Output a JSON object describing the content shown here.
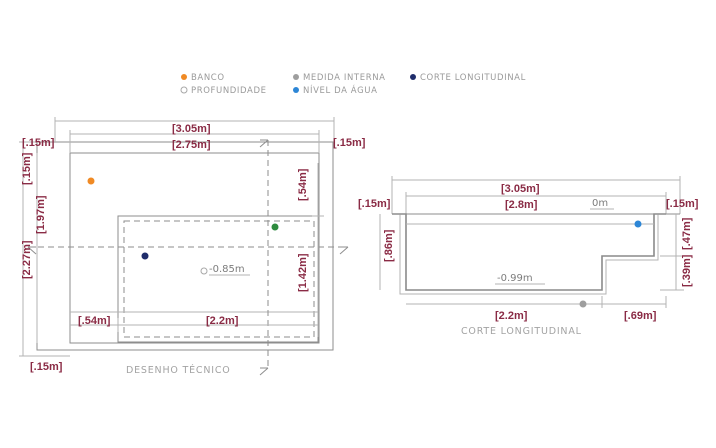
{
  "legend": {
    "bench": {
      "label": "BANCO",
      "color": "#f08a24"
    },
    "internal": {
      "label": "MEDIDA INTERNA",
      "color": "#9e9e9e"
    },
    "section": {
      "label": "CORTE LONGITUDINAL",
      "color": "#1f2d6b"
    },
    "depth": {
      "label": "PROFUNDIDADE"
    },
    "water": {
      "label": "NÍVEL DA ÁGUA",
      "color": "#2d86d6"
    }
  },
  "plan": {
    "caption": "DESENHO TÉCNICO",
    "dims": {
      "border_top_left": "[.15m]",
      "total_width": "[3.05m]",
      "inner_width": "[2.75m]",
      "border_top_right": "[.15m]",
      "left_outer_height": "[2.27m]",
      "left_inner_height": "[1.97m]",
      "left_border_top": "[.15m]",
      "right_upper": "[.54m]",
      "right_lower": "[1.42m]",
      "bottom_left": "[.54m]",
      "bottom_width": "[2.2m]",
      "bottom_border": "[.15m]"
    },
    "depth_label": "-0.85m",
    "marker_green": "#2e8b3e"
  },
  "section": {
    "caption": "CORTE LONGITUDINAL",
    "dims": {
      "total_width": "[3.05m]",
      "inner_width": "[2.8m]",
      "border_left": "[.15m]",
      "border_right": "[.15m]",
      "water_level": "0m",
      "left_height": "[.86m]",
      "right_upper": "[.47m]",
      "right_lower": "[.39m]",
      "depth": "-0.99m",
      "bottom_width": "[2.2m]",
      "step_width": "[.69m]"
    }
  }
}
